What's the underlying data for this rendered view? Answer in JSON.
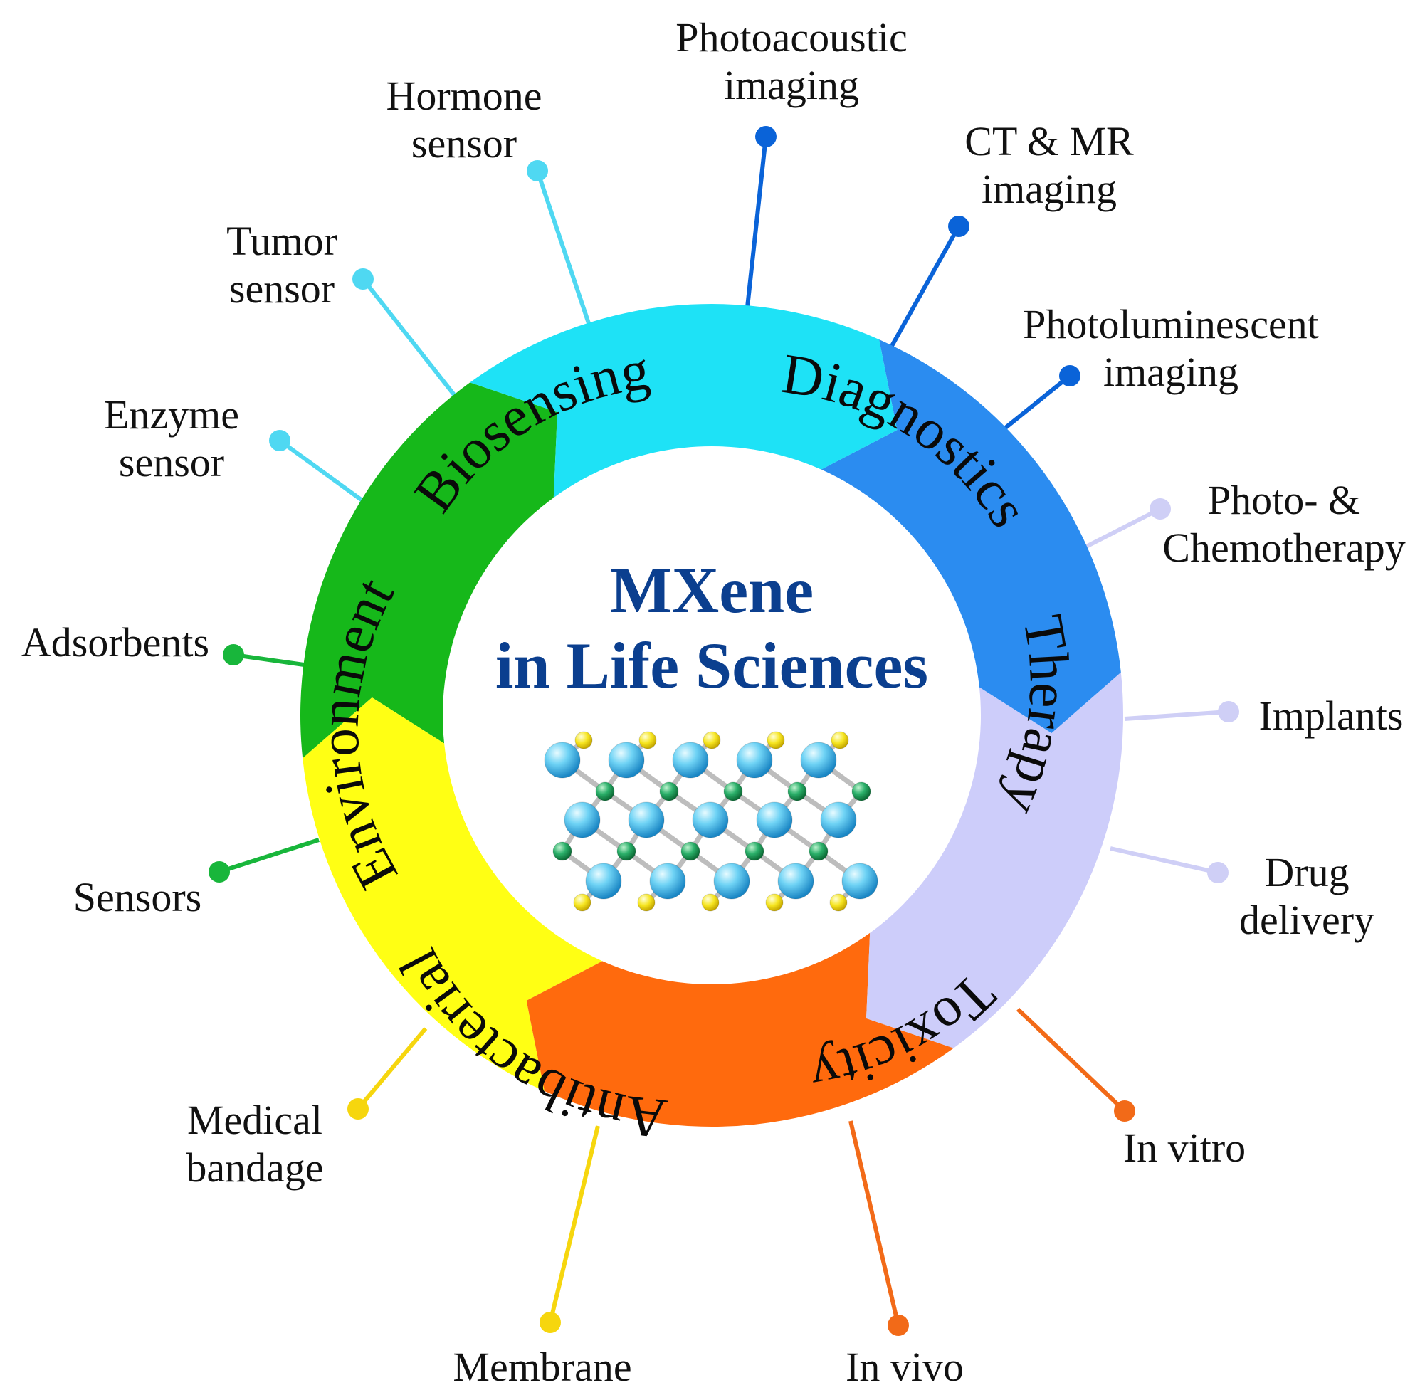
{
  "title": {
    "line1": "MXene",
    "line2": "in Life Sciences"
  },
  "segments": [
    {
      "key": "biosensing",
      "label": "Biosensing",
      "color": "#1ee2f6"
    },
    {
      "key": "diagnostics",
      "label": "Diagnostics",
      "color": "#2b8cf0"
    },
    {
      "key": "therapy",
      "label": "Therapy",
      "color": "#cdcdfa"
    },
    {
      "key": "toxicity",
      "label": "Toxicity",
      "color": "#ff6a0d"
    },
    {
      "key": "antibacterial",
      "label": "Antibacterial",
      "color": "#ffff14"
    },
    {
      "key": "environment",
      "label": "Environment",
      "color": "#16b81a"
    }
  ],
  "callouts": [
    {
      "key": "photoacoustic",
      "lines": [
        "Photoacoustic",
        "imaging"
      ],
      "color": "#0a63d8"
    },
    {
      "key": "ct-mr",
      "lines": [
        "CT & MR",
        "imaging"
      ],
      "color": "#0a63d8"
    },
    {
      "key": "photoluminescent",
      "lines": [
        "Photoluminescent",
        "imaging"
      ],
      "color": "#0a63d8"
    },
    {
      "key": "photo-chemo",
      "lines": [
        "Photo- &",
        "Chemotherapy"
      ],
      "color": "#cfcff6"
    },
    {
      "key": "implants",
      "lines": [
        "Implants"
      ],
      "color": "#cfcff6"
    },
    {
      "key": "drug-delivery",
      "lines": [
        "Drug",
        "delivery"
      ],
      "color": "#cfcff6"
    },
    {
      "key": "in-vitro",
      "lines": [
        "In vitro"
      ],
      "color": "#f26a18"
    },
    {
      "key": "in-vivo",
      "lines": [
        "In vivo"
      ],
      "color": "#f26a18"
    },
    {
      "key": "membrane",
      "lines": [
        "Membrane"
      ],
      "color": "#f6d60e"
    },
    {
      "key": "medical-bandage",
      "lines": [
        "Medical",
        "bandage"
      ],
      "color": "#f6d60e"
    },
    {
      "key": "sensors",
      "lines": [
        "Sensors"
      ],
      "color": "#18b63b"
    },
    {
      "key": "adsorbents",
      "lines": [
        "Adsorbents"
      ],
      "color": "#18b63b"
    },
    {
      "key": "enzyme-sensor",
      "lines": [
        "Enzyme",
        "sensor"
      ],
      "color": "#4fd8f2"
    },
    {
      "key": "tumor-sensor",
      "lines": [
        "Tumor",
        "sensor"
      ],
      "color": "#4fd8f2"
    },
    {
      "key": "hormone-sensor",
      "lines": [
        "Hormone",
        "sensor"
      ],
      "color": "#4fd8f2"
    }
  ],
  "lattice_colors": {
    "metal": "#3cb8e6",
    "carbon": "#1a9a55",
    "termination": "#f2e21a",
    "bond": "#bdbdbd"
  }
}
